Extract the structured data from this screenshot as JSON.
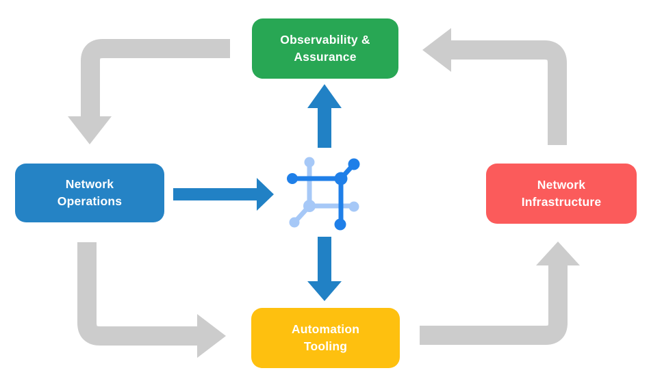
{
  "diagram": {
    "type": "cycle-flow",
    "nodes": [
      {
        "id": "observability",
        "label": "Observability & Assurance",
        "color": "#28a754",
        "position": "top"
      },
      {
        "id": "operations",
        "label": "Network Operations",
        "color": "#2583c5",
        "position": "left"
      },
      {
        "id": "infrastructure",
        "label": "Network Infrastructure",
        "color": "#fb5b5b",
        "position": "right"
      },
      {
        "id": "automation",
        "label": "Automation Tooling",
        "color": "#fec00f",
        "position": "bottom"
      }
    ],
    "center_icon": {
      "name": "network-mesh-icon"
    },
    "edges": [
      {
        "from": "observability",
        "to": "operations",
        "style": "gray-elbow"
      },
      {
        "from": "operations",
        "to": "automation",
        "style": "gray-elbow"
      },
      {
        "from": "automation",
        "to": "infrastructure",
        "style": "gray-elbow"
      },
      {
        "from": "infrastructure",
        "to": "observability",
        "style": "gray-elbow"
      },
      {
        "from": "operations",
        "to": "center",
        "style": "blue-straight"
      },
      {
        "from": "center",
        "to": "observability",
        "style": "blue-straight"
      },
      {
        "from": "center",
        "to": "automation",
        "style": "blue-straight"
      }
    ]
  },
  "colors": {
    "background": "#ffffff",
    "node_text": "#ffffff",
    "arrow_gray": "#cccccc",
    "arrow_blue": "#2181c5",
    "icon_dark_blue": "#1f7fe8",
    "icon_light_blue": "#a6c8f7"
  }
}
